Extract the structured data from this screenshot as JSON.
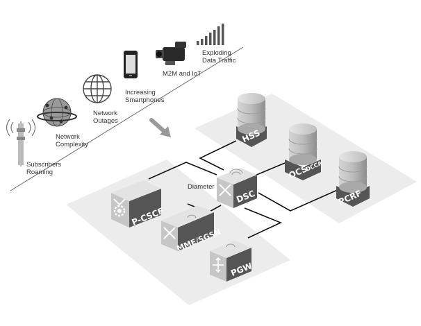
{
  "top_labels": {
    "subscribers": [
      "Subscribers",
      "Roaming"
    ],
    "complexity": [
      "Network",
      "Complexity"
    ],
    "outages": [
      "Network",
      "Outages"
    ],
    "smartphones": [
      "Increasing",
      "Smartphones"
    ],
    "m2m": [
      "M2M and IoT"
    ],
    "traffic": [
      "Exploding",
      "Data Traffic"
    ]
  },
  "diameter_label": "Diameter",
  "nodes": {
    "hss": "HSS",
    "ocs": "OCS",
    "ocs_sub": "DCCA",
    "pcrf": "PCRF",
    "dsc": "DSC",
    "pcscf": "P-CSCF",
    "mme": "MME/SGSN",
    "pgw": "PGW"
  },
  "icons": [
    "cell-tower-icon",
    "globe-network-icon",
    "globe-icon",
    "smartphone-icon",
    "video-camera-icon",
    "bar-chart-icon",
    "arrow-down-icon",
    "database-icon",
    "router-icon",
    "gear-icon"
  ],
  "colors": {
    "node_dark": "#555555",
    "node_mid": "#7a7a7a",
    "node_light": "#c9c9c9",
    "platform": "#ececec",
    "line": "#111111"
  }
}
